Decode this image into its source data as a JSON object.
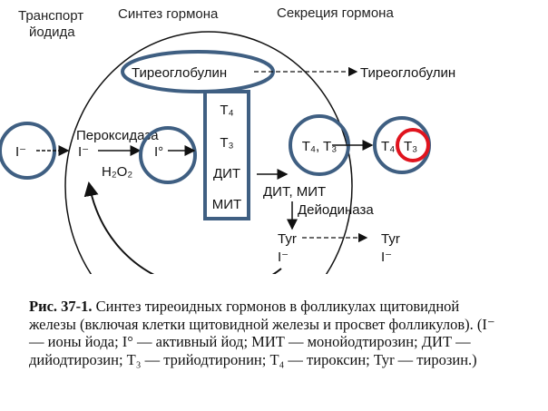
{
  "headings": {
    "transport": [
      "Транспорт",
      "йодида"
    ],
    "synthesis": "Синтез гормона",
    "secretion": "Секреция гормона"
  },
  "diagram": {
    "thyroglobulin_inner": "Тиреоглобулин",
    "thyroglobulin_outer": "Тиреоглобулин",
    "column": [
      "T₄",
      "T₃",
      "ДИТ",
      "МИТ"
    ],
    "iodide_outside": "I⁻",
    "iodide_inside": "I⁻",
    "peroxidase": "Пероксидаза",
    "h2o2": "H₂O₂",
    "active_iodine": "I°",
    "t4t3_inside": "T₄, T₃",
    "t4_outside": "T₄",
    "t3_outside": "T₃",
    "dit_mit": "ДИТ, МИТ",
    "deiodinase": "Дейодиназа",
    "tyr_inside": "Tyr",
    "iodide_recycled": "I⁻",
    "tyr_outside": "Tyr",
    "iodide_released": "I⁻",
    "colors": {
      "highlight": "#3f5f82",
      "accent": "#e0141e"
    }
  },
  "caption": {
    "label": "Рис. 37-1.",
    "text": "Синтез тиреоидных гормонов в фолликулах щитовидной железы (включая клетки щитовидной железы и просвет фолликулов). (I⁻ — ионы йода; I° — активный йод; МИТ — монойодтирозин; ДИТ — дийодтирозин; T₃ — трийодтиронин; T₄ — тироксин; Tyr — тирозин.)"
  }
}
